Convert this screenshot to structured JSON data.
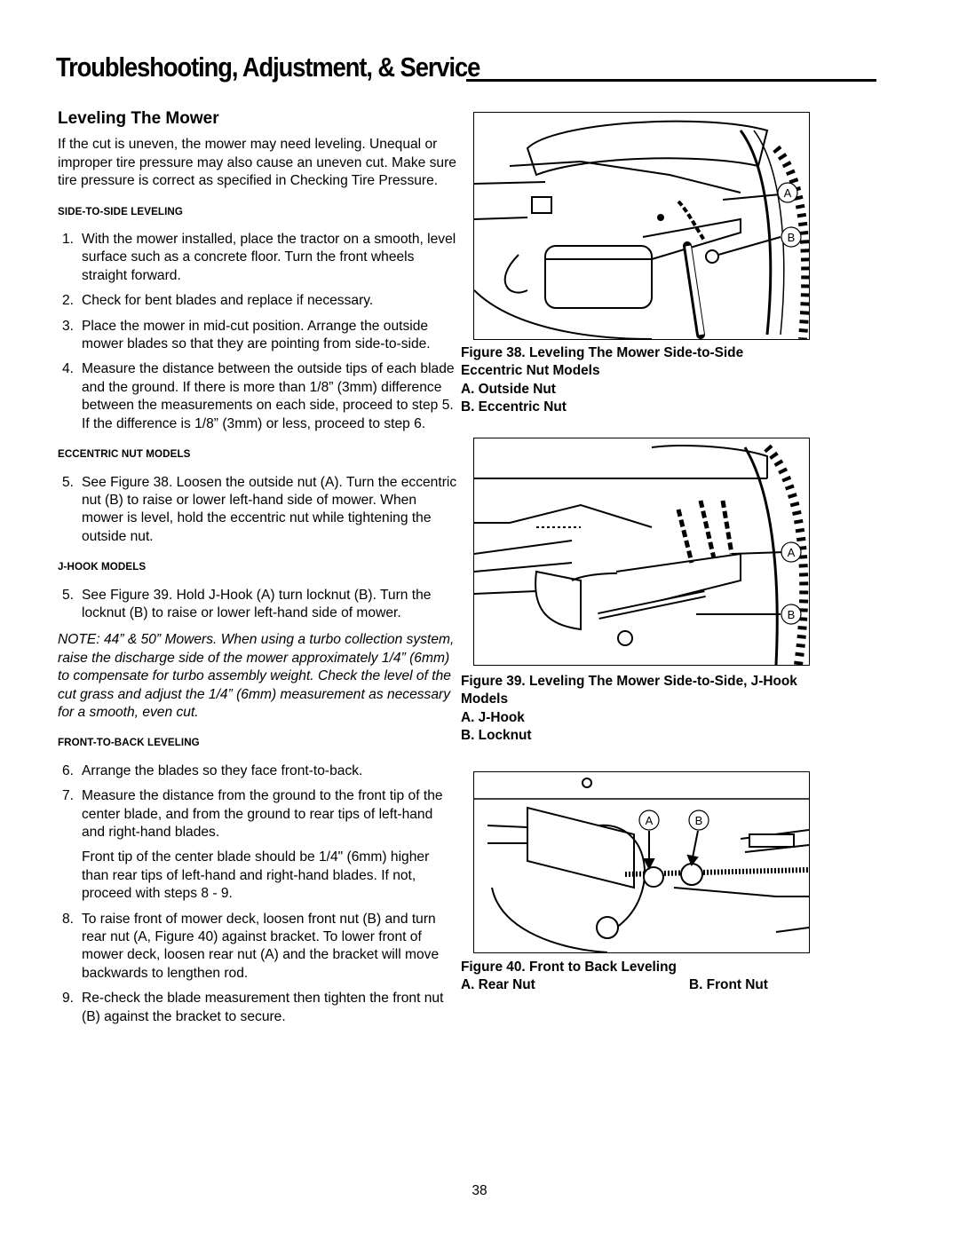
{
  "header": {
    "title": "Troubleshooting, Adjustment, & Service"
  },
  "section": {
    "title": "Leveling The Mower",
    "intro": "If the cut is uneven, the mower may need leveling. Unequal or improper tire pressure may also cause an uneven cut. Make sure tire pressure is correct as specified in Checking Tire Pressure."
  },
  "side_to_side": {
    "heading": "SIDE-TO-SIDE LEVELING",
    "steps": [
      {
        "num": "1.",
        "text": "With the mower installed, place the tractor on a smooth, level surface such as a concrete floor. Turn the front wheels straight forward."
      },
      {
        "num": "2.",
        "text": "Check for bent blades and replace if necessary."
      },
      {
        "num": "3.",
        "text": "Place the mower in mid-cut position. Arrange the outside mower blades so that they are pointing from side-to-side."
      },
      {
        "num": "4.",
        "text": "Measure the distance between the outside tips of each blade and the ground. If there is more than 1/8” (3mm) difference between the measurements on each side, proceed to step 5. If the difference is 1/8” (3mm) or less, proceed to step 6."
      }
    ]
  },
  "eccentric": {
    "heading": "ECCENTRIC NUT MODELS",
    "steps": [
      {
        "num": "5.",
        "text": "See Figure 38. Loosen the outside nut (A). Turn the eccentric nut (B) to raise or lower left-hand side of mower. When mower is level, hold the eccentric nut while tightening the outside nut."
      }
    ]
  },
  "jhook": {
    "heading": "J-HOOK MODELS",
    "steps": [
      {
        "num": "5.",
        "text": "See Figure 39. Hold J-Hook (A) turn locknut (B). Turn the locknut (B) to raise or lower left-hand side of mower."
      }
    ],
    "note": "NOTE: 44” & 50” Mowers. When using a turbo collection system, raise the discharge side of the mower approximately 1/4” (6mm) to compensate for turbo assembly weight. Check the level of the cut grass and adjust the 1/4” (6mm) measurement as necessary for a smooth, even cut."
  },
  "front_to_back": {
    "heading": "FRONT-TO-BACK LEVELING",
    "steps": [
      {
        "num": "6.",
        "text": "Arrange the blades so they face front-to-back."
      },
      {
        "num": "7.",
        "text": "Measure the distance from the ground to the front tip of the center blade, and from the ground to rear tips of left-hand and right-hand blades."
      }
    ],
    "extra": "Front tip of the center blade should be 1/4\" (6mm) higher than rear tips of left-hand and right-hand blades.  If not, proceed with steps 8 - 9.",
    "steps2": [
      {
        "num": "8.",
        "text": "To raise front of mower deck, loosen front nut (B) and turn rear nut (A, Figure 40) against bracket.  To lower front of mower deck, loosen rear nut (A) and the bracket will move backwards to lengthen rod."
      },
      {
        "num": "9.",
        "text": "Re-check the blade measurement then tighten the front nut (B) against the bracket to secure."
      }
    ]
  },
  "figures": {
    "fig38": {
      "caption1": "Figure 38. Leveling The Mower Side-to-Side",
      "caption2": "Eccentric Nut Models",
      "item_a": "A.  Outside Nut",
      "item_b": "B.  Eccentric Nut",
      "callout_a": "A",
      "callout_b": "B"
    },
    "fig39": {
      "caption1": "Figure 39. Leveling The Mower Side-to-Side, J-Hook",
      "caption2": "Models",
      "item_a": "A.  J-Hook",
      "item_b": "B.  Locknut",
      "callout_a": "A",
      "callout_b": "B"
    },
    "fig40": {
      "caption1": "Figure 40. Front to Back Leveling",
      "item_a": "A.  Rear Nut",
      "item_b": "B. Front Nut",
      "callout_a": "A",
      "callout_b": "B"
    }
  },
  "page_number": "38"
}
